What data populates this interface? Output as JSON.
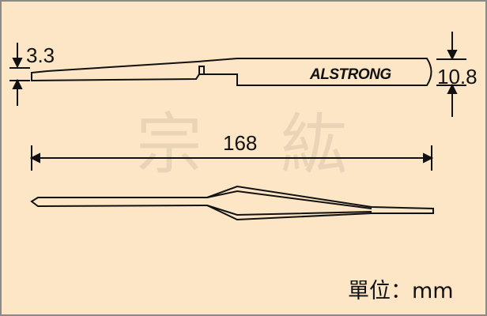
{
  "dimensions": {
    "tip_thickness": "3.3",
    "body_thickness": "10.8",
    "overall_length": "168"
  },
  "brand_label": "ALSTRONG",
  "watermark": [
    "宗",
    "紘"
  ],
  "units_label": "單位：mm",
  "colors": {
    "background": "#fde6c6",
    "border": "#8a8a8a",
    "line": "#111111",
    "watermark": "#d9c7ad"
  }
}
